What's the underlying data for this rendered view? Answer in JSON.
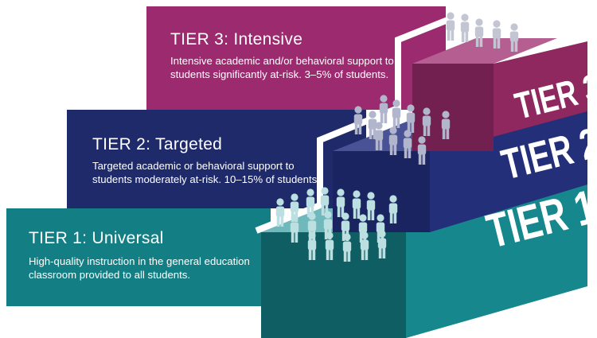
{
  "tiers": {
    "tier3": {
      "heading": "TIER 3: Intensive",
      "description": "Intensive academic and/or behavioral support to students significantly at-risk. 3–5% of students.",
      "face_label": "TIER 3",
      "color": "#9c2a6e"
    },
    "tier2": {
      "heading": "TIER 2: Targeted",
      "description": "Targeted academic or behavioral support to students moderately at-risk. 10–15% of students.",
      "face_label": "TIER 2",
      "color": "#1f2a6b"
    },
    "tier1": {
      "heading": "TIER 1: Universal",
      "description": "High-quality instruction in the general education classroom provided to all students.",
      "face_label": "TIER 1",
      "color": "#137f84"
    }
  }
}
